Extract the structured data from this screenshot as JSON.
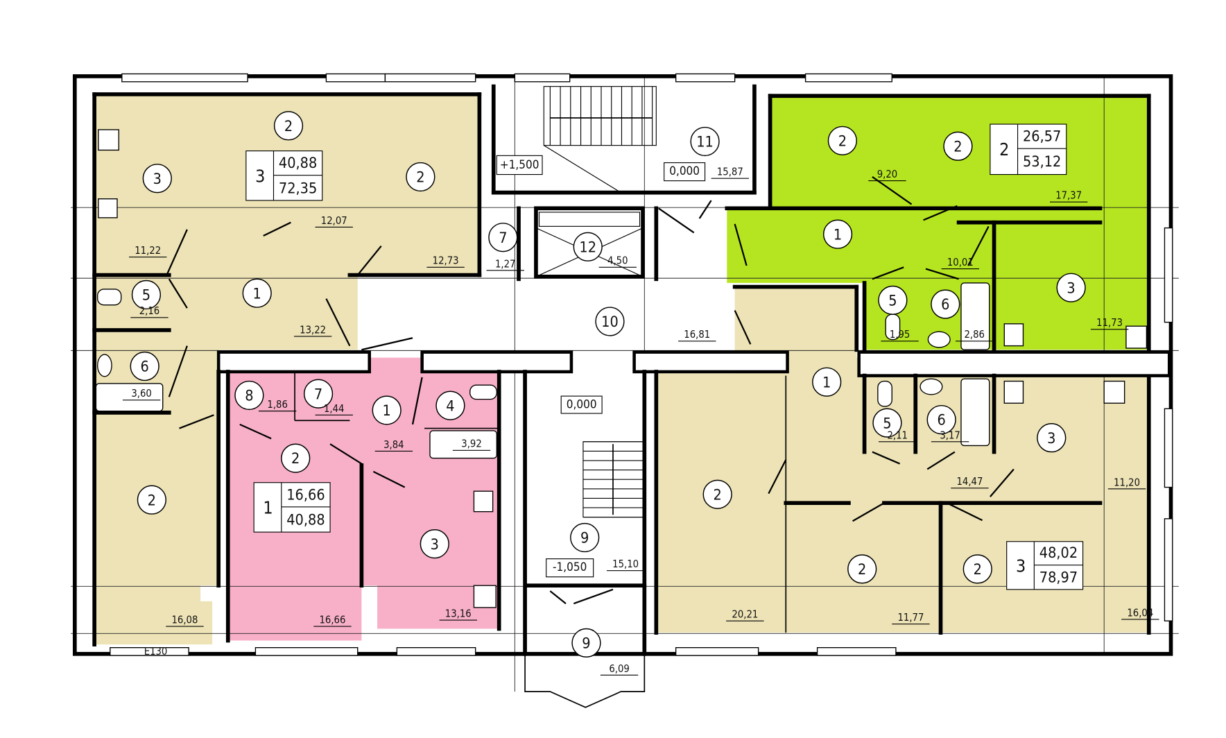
{
  "title_mark": "E130",
  "colors": {
    "beige": "#EDE3B6",
    "pink": "#F8B0C9",
    "green": "#B5E520",
    "wall": "#000000"
  },
  "apartments": [
    {
      "id": "apt-left",
      "rooms_count": "3",
      "living_area": "40,88",
      "total_area": "72,35",
      "rooms": [
        {
          "num": "3",
          "area": "11,22"
        },
        {
          "num": "2",
          "area": "12,07"
        },
        {
          "num": "2",
          "area": "12,73"
        },
        {
          "num": "1",
          "area": "13,22"
        },
        {
          "num": "5",
          "area": "2,16"
        },
        {
          "num": "6",
          "area": "3,60"
        },
        {
          "num": "2",
          "area": "16,08"
        }
      ]
    },
    {
      "id": "apt-pink",
      "rooms_count": "1",
      "living_area": "16,66",
      "total_area": "40,88",
      "rooms": [
        {
          "num": "8",
          "area": "1,86"
        },
        {
          "num": "7",
          "area": "1,44"
        },
        {
          "num": "1",
          "area": "3,84"
        },
        {
          "num": "4",
          "area": "3,92"
        },
        {
          "num": "2",
          "area": "16,66"
        },
        {
          "num": "3",
          "area": "13,16"
        }
      ]
    },
    {
      "id": "apt-green",
      "rooms_count": "2",
      "living_area": "26,57",
      "total_area": "53,12",
      "rooms": [
        {
          "num": "2",
          "area": "9,20"
        },
        {
          "num": "2",
          "area": "17,37"
        },
        {
          "num": "1",
          "area": "10,01"
        },
        {
          "num": "5",
          "area": "1,95"
        },
        {
          "num": "6",
          "area": "2,86"
        },
        {
          "num": "3",
          "area": "11,73"
        }
      ]
    },
    {
      "id": "apt-right",
      "rooms_count": "3",
      "living_area": "48,02",
      "total_area": "78,97",
      "rooms": [
        {
          "num": "1",
          "area": "14,47"
        },
        {
          "num": "5",
          "area": "2,11"
        },
        {
          "num": "6",
          "area": "3,17"
        },
        {
          "num": "3",
          "area": "11,20"
        },
        {
          "num": "2",
          "area": "20,21"
        },
        {
          "num": "2",
          "area": "11,77"
        },
        {
          "num": "2",
          "area": "16,04"
        }
      ]
    }
  ],
  "common": {
    "stair_upper": {
      "num": "11",
      "area": "15,87",
      "level": "0,000",
      "landing_level": "+1,500"
    },
    "closet": {
      "num": "7",
      "area": "1,27"
    },
    "elevator": {
      "num": "12",
      "area": "4,50"
    },
    "hall": {
      "num": "10",
      "area": "16,81",
      "level": "0,000"
    },
    "stair_lower": {
      "num": "9",
      "area": "15,10",
      "level": "-1,050"
    },
    "entrance": {
      "num": "9",
      "area": "6,09"
    }
  }
}
